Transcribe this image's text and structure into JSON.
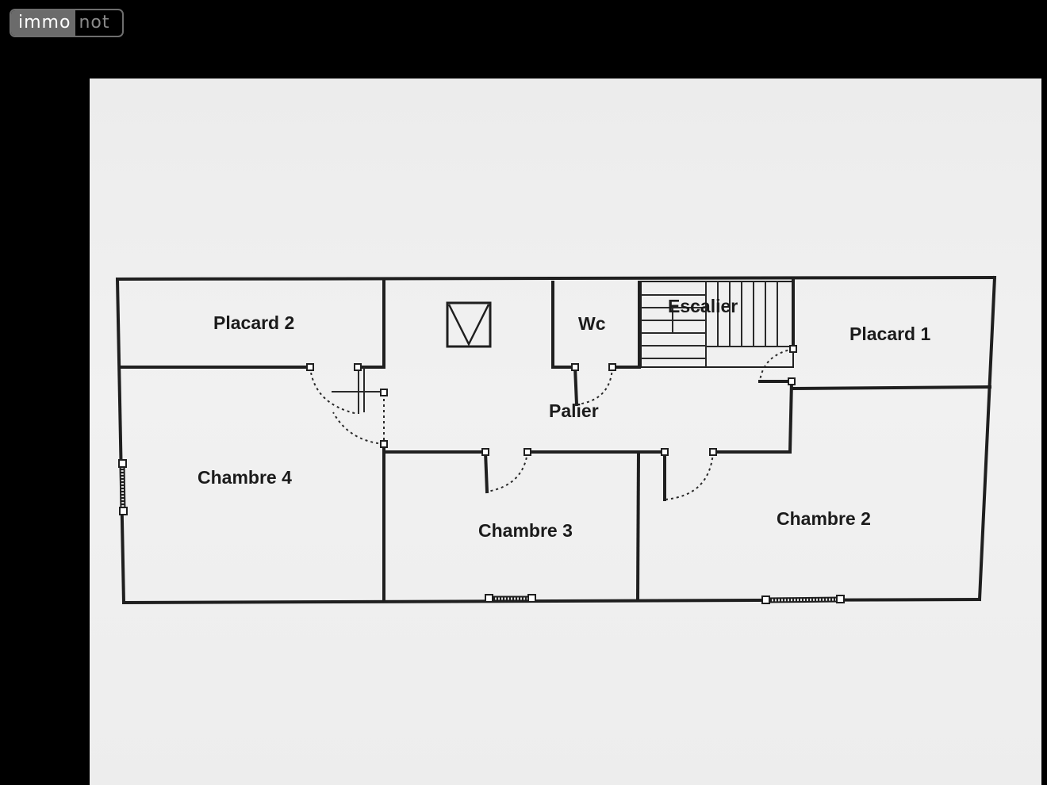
{
  "logo": {
    "part1": "immo",
    "part2": "not"
  },
  "plan": {
    "rooms": {
      "placard2": "Placard 2",
      "wc": "Wc",
      "escalier": "Escalier",
      "placard1": "Placard 1",
      "palier": "Palier",
      "chambre4": "Chambre 4",
      "chambre3": "Chambre 3",
      "chambre2": "Chambre 2"
    }
  },
  "colors": {
    "background": "#000000",
    "paper": "#eeeeee",
    "ink": "#1f1f1f"
  }
}
